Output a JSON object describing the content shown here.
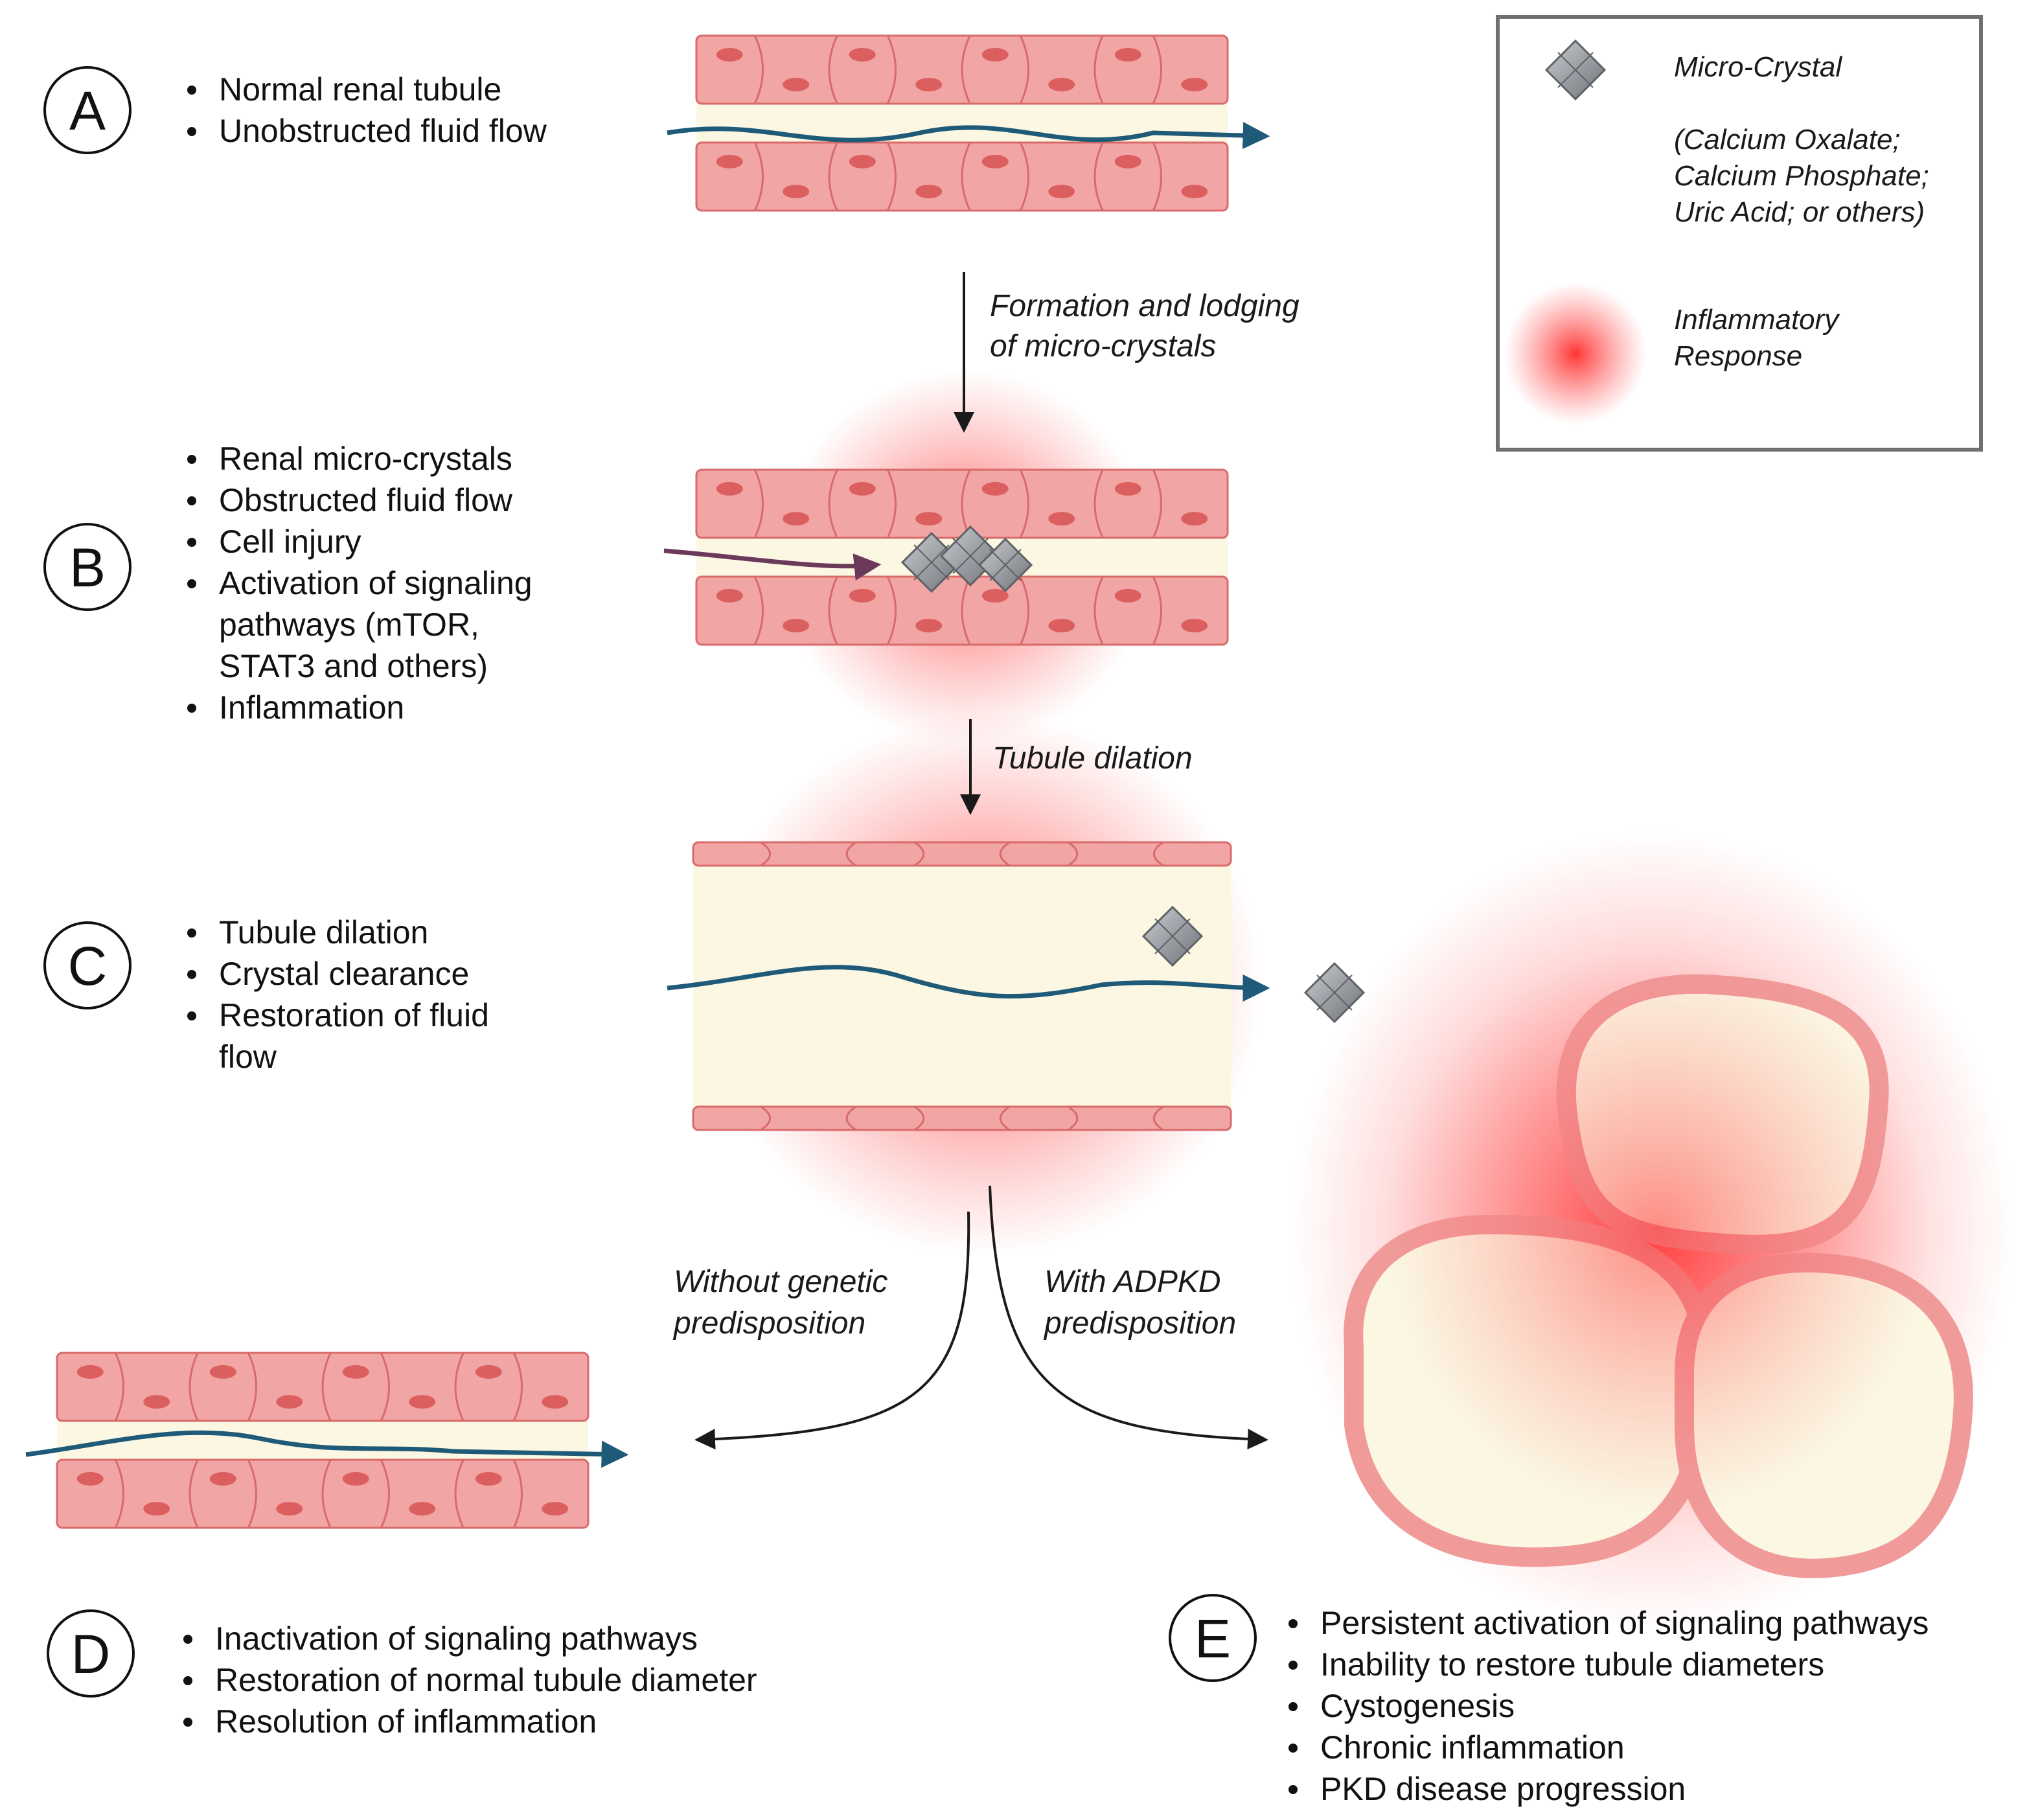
{
  "stages": [
    {
      "letter": "A",
      "bullets": [
        "Normal renal tubule",
        "Unobstructed fluid flow"
      ]
    },
    {
      "letter": "B",
      "bullets": [
        "Renal micro-crystals",
        "Obstructed fluid flow",
        "Cell injury",
        "Activation of signaling",
        "pathways (mTOR,",
        "STAT3 and others)",
        "Inflammation"
      ]
    },
    {
      "letter": "C",
      "bullets": [
        "Tubule dilation",
        "Crystal clearance",
        "Restoration of fluid",
        "flow"
      ]
    },
    {
      "letter": "D",
      "bullets": [
        "Inactivation of signaling pathways",
        "Restoration of normal tubule diameter",
        "Resolution of inflammation"
      ]
    },
    {
      "letter": "E",
      "bullets": [
        "Persistent activation of signaling pathways",
        "Inability to restore tubule diameters",
        "Cystogenesis",
        "Chronic inflammation",
        "PKD disease progression"
      ]
    }
  ],
  "transitions": {
    "a_to_b": [
      "Formation and lodging",
      "of micro-crystals"
    ],
    "b_to_c": [
      "Tubule dilation"
    ],
    "c_to_d": [
      "Without genetic",
      "predisposition"
    ],
    "c_to_e": [
      "With ADPKD",
      "predisposition"
    ]
  },
  "legend": {
    "crystal_title": "Micro-Crystal",
    "crystal_types": [
      "(Calcium Oxalate;",
      "Calcium Phosphate;",
      "Uric Acid; or others)"
    ],
    "inflammation": [
      "Inflammatory",
      "Response"
    ]
  },
  "colors": {
    "cell_fill": "#f2a5a5",
    "cell_stroke": "#d86a6a",
    "nucleus": "#dc5f5f",
    "lumen": "#fbf7e3",
    "flow": "#1f5a78",
    "inflammation": "#ff2a2a",
    "crystal": "#9a9da3",
    "arrow": "#1a1a1a"
  }
}
